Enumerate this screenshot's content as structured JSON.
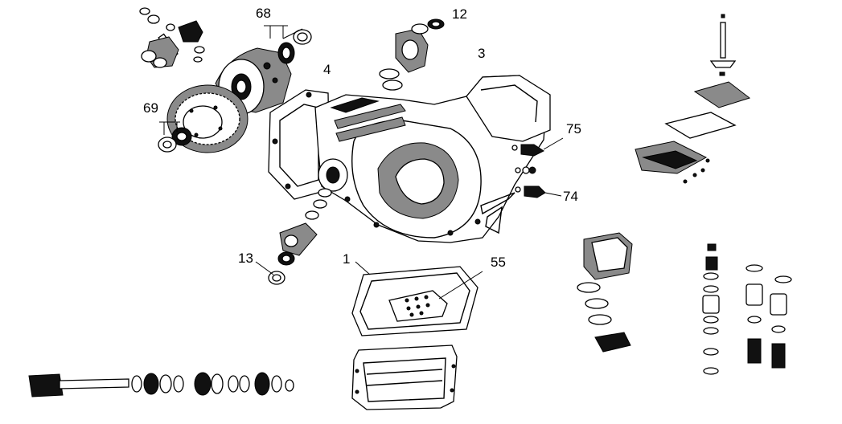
{
  "callouts": {
    "c68": "68",
    "c12": "12",
    "c3": "3",
    "c4": "4",
    "c69": "69",
    "c75": "75",
    "c74": "74",
    "c13": "13",
    "c1": "1",
    "c55": "55"
  }
}
